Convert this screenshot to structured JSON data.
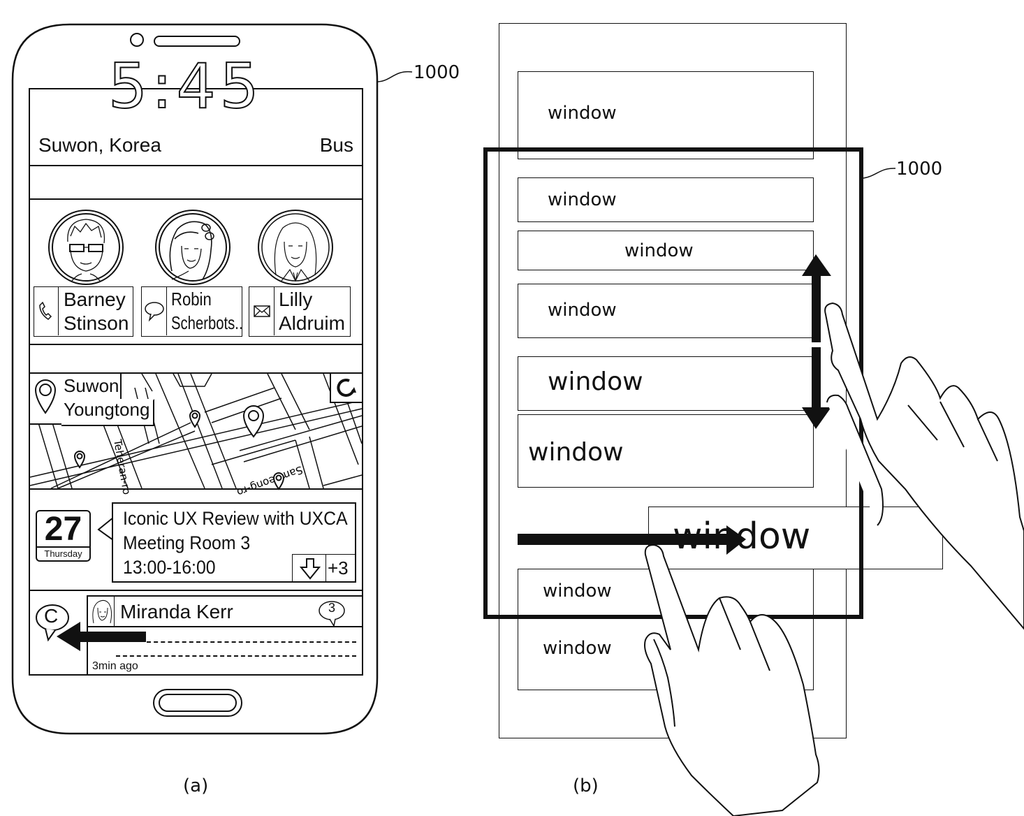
{
  "figure": {
    "panel_a_caption": "(a)",
    "panel_b_caption": "(b)",
    "reference_numeral_a": "1000",
    "reference_numeral_b": "1000"
  },
  "phone": {
    "clock": {
      "time_partial": "5:45",
      "location": "Suwon, Korea",
      "transport": "Bus"
    },
    "contacts": [
      {
        "first": "Barney",
        "last": "Stinson",
        "action_icon": "phone-icon"
      },
      {
        "first": "Robin",
        "last": "Scherbots..",
        "action_icon": "chat-bubble-icon"
      },
      {
        "first": "Lilly",
        "last": "Aldruim",
        "action_icon": "envelope-icon"
      }
    ],
    "map": {
      "location_line1": "Suwon",
      "location_line2": "Youngtong",
      "street_1": "Teheran-ro",
      "street_2": "Samseong-ro"
    },
    "calendar": {
      "day_number": "27",
      "day_name": "Thursday",
      "event_title": "Iconic UX Review with UXCA",
      "event_location": "Meeting Room 3",
      "event_time": "13:00-16:00",
      "more_count": "+3"
    },
    "message": {
      "app_icon_letter": "C",
      "sender": "Miranda Kerr",
      "unread_count": "3",
      "timestamp": "3min ago"
    }
  },
  "panel_b": {
    "windows": [
      {
        "label": "window"
      },
      {
        "label": "window"
      },
      {
        "label": "window"
      },
      {
        "label": "window"
      },
      {
        "label": "window"
      },
      {
        "label": "window"
      },
      {
        "label": "window"
      },
      {
        "label": "window"
      },
      {
        "label": "window"
      }
    ]
  }
}
